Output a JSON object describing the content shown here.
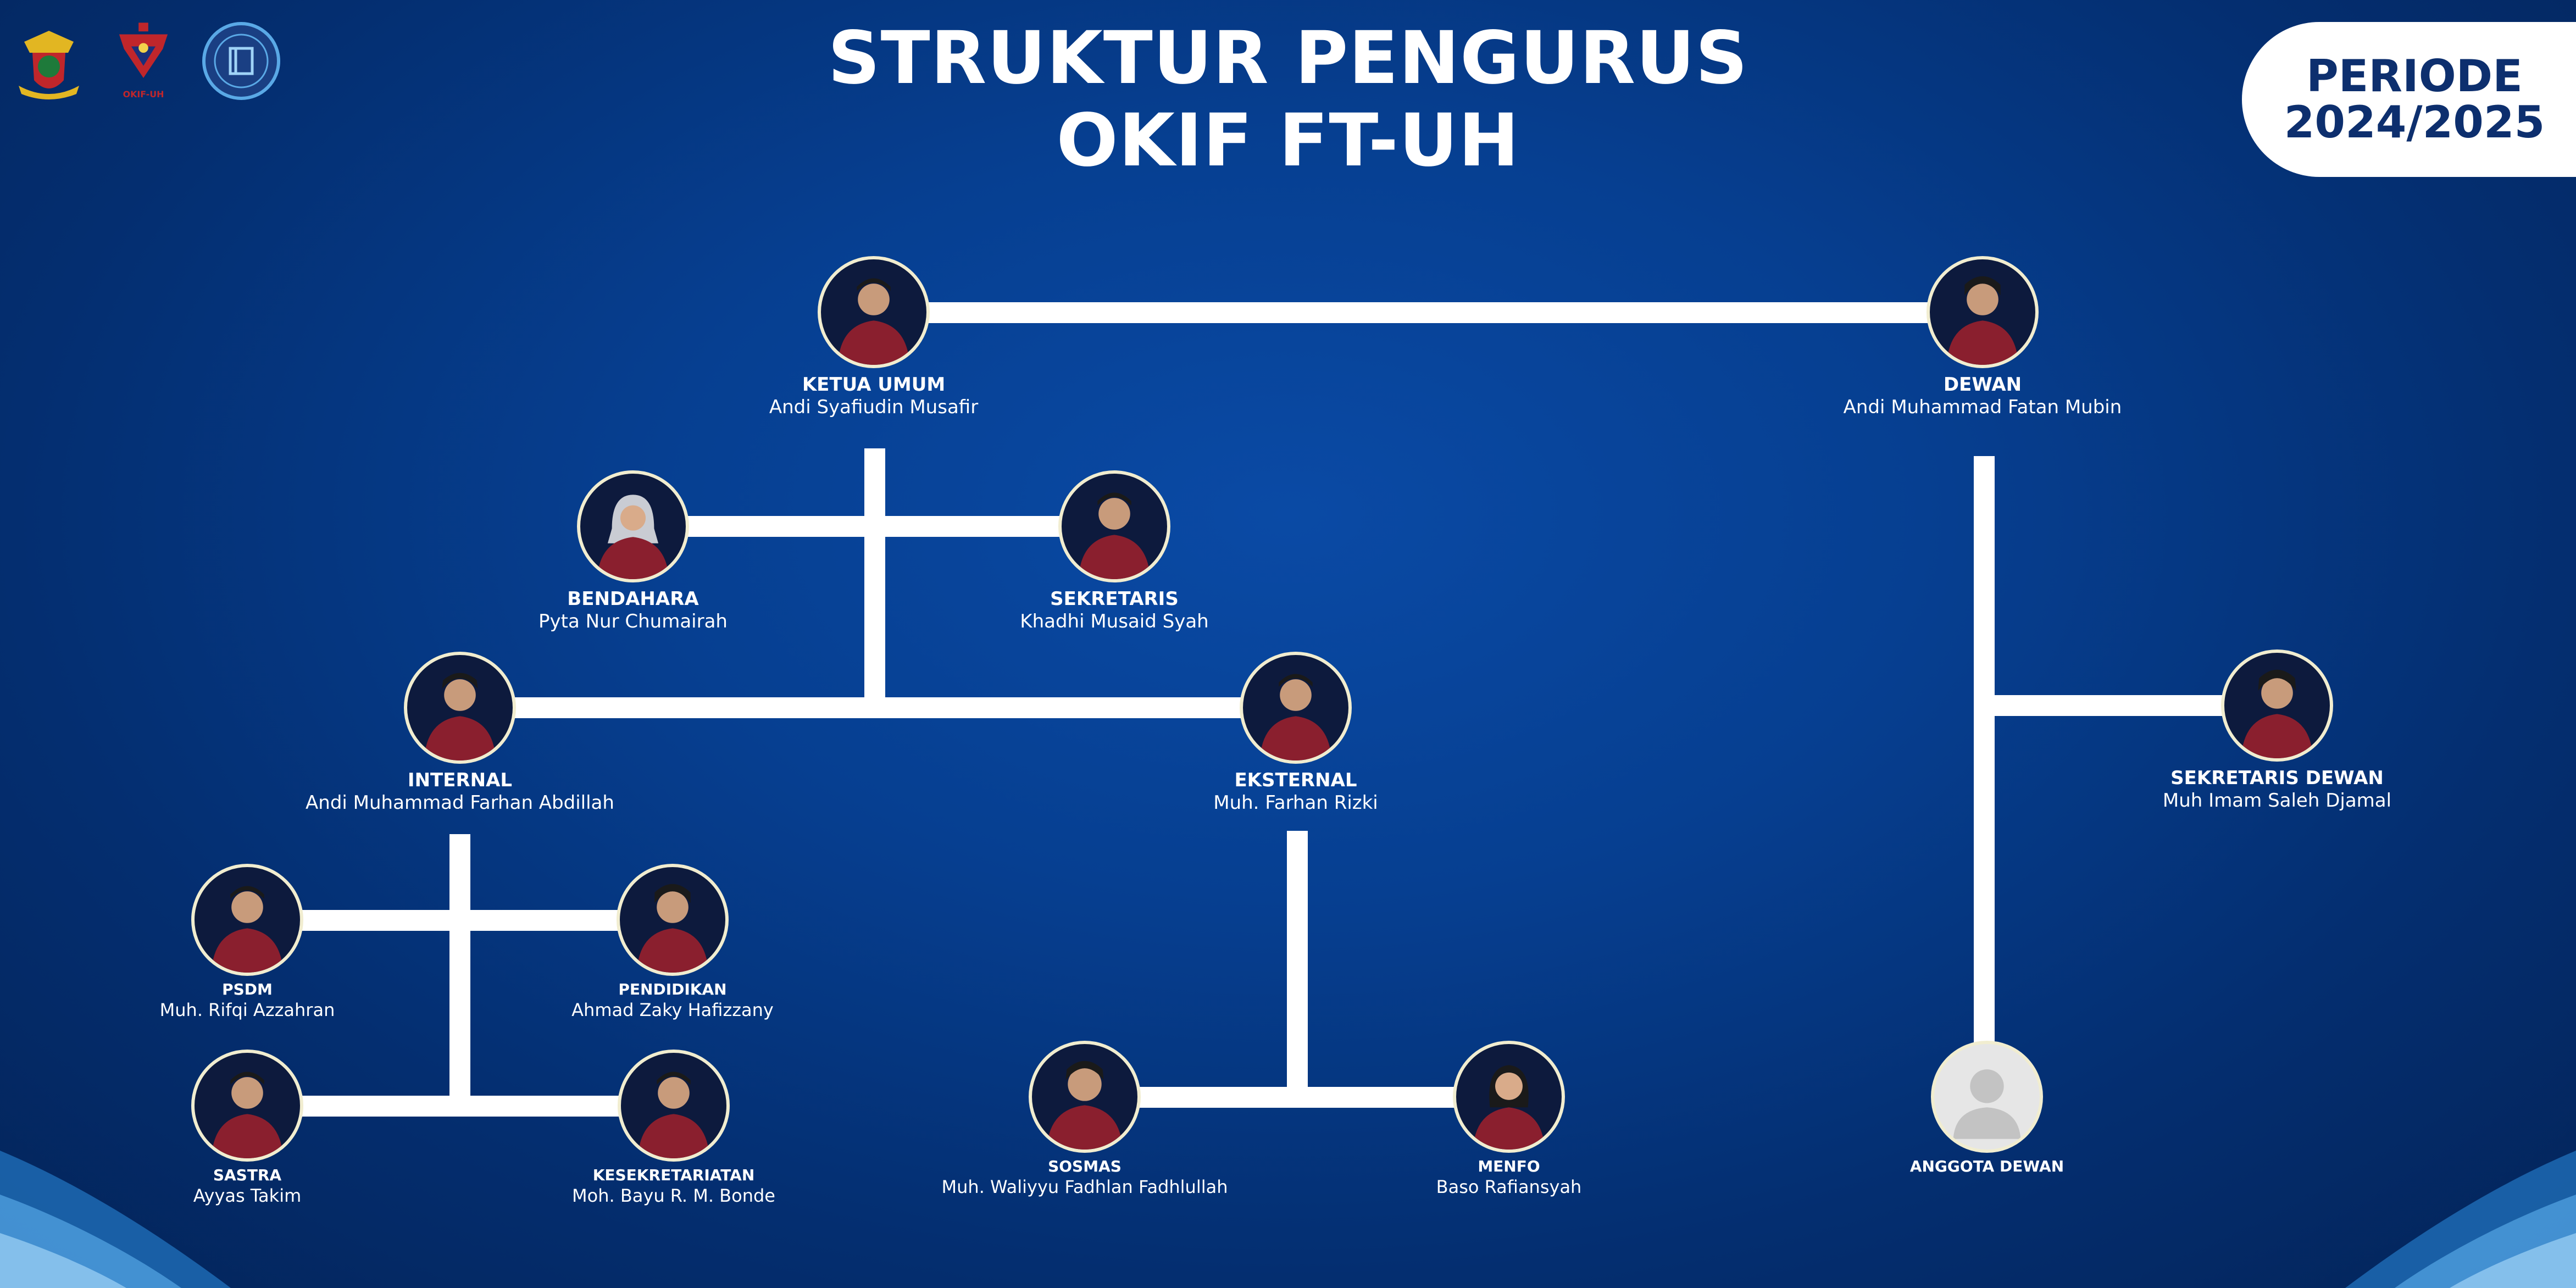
{
  "header": {
    "title_line1": "STRUKTUR PENGURUS",
    "title_line2": "OKIF FT-UH",
    "periode_label": "PERIODE",
    "periode_value": "2024/2025",
    "logo2_caption": "OKIF-UH"
  },
  "colors": {
    "background": "#063f91",
    "connector": "#ffffff",
    "avatar_ring": "#f1edd0",
    "shirt": "#8a1f2e",
    "periode_text": "#0d2f6e"
  },
  "members": {
    "ketua_umum": {
      "role": "KETUA UMUM",
      "name": "Andi Syafiudin Musafir"
    },
    "dewan": {
      "role": "DEWAN",
      "name": "Andi Muhammad Fatan Mubin"
    },
    "bendahara": {
      "role": "BENDAHARA",
      "name": "Pyta Nur Chumairah"
    },
    "sekretaris": {
      "role": "SEKRETARIS",
      "name": "Khadhi Musaid Syah"
    },
    "internal": {
      "role": "INTERNAL",
      "name": "Andi Muhammad Farhan Abdillah"
    },
    "eksternal": {
      "role": "EKSTERNAL",
      "name": "Muh. Farhan Rizki"
    },
    "sekretaris_dewan": {
      "role": "SEKRETARIS DEWAN",
      "name": "Muh Imam Saleh Djamal"
    },
    "psdm": {
      "role": "PSDM",
      "name": "Muh. Rifqi Azzahran"
    },
    "pendidikan": {
      "role": "PENDIDIKAN",
      "name": "Ahmad Zaky Hafizzany"
    },
    "sastra": {
      "role": "SASTRA",
      "name": "Ayyas Takim"
    },
    "kesekretariatan": {
      "role": "KESEKRETARIATAN",
      "name": "Moh. Bayu R. M. Bonde"
    },
    "sosmas": {
      "role": "SOSMAS",
      "name": "Muh. Waliyyu Fadhlan Fadhlullah"
    },
    "menfo": {
      "role": "MENFO",
      "name": "Baso Rafiansyah"
    },
    "anggota_dewan": {
      "role": "ANGGOTA DEWAN",
      "name": ""
    }
  }
}
